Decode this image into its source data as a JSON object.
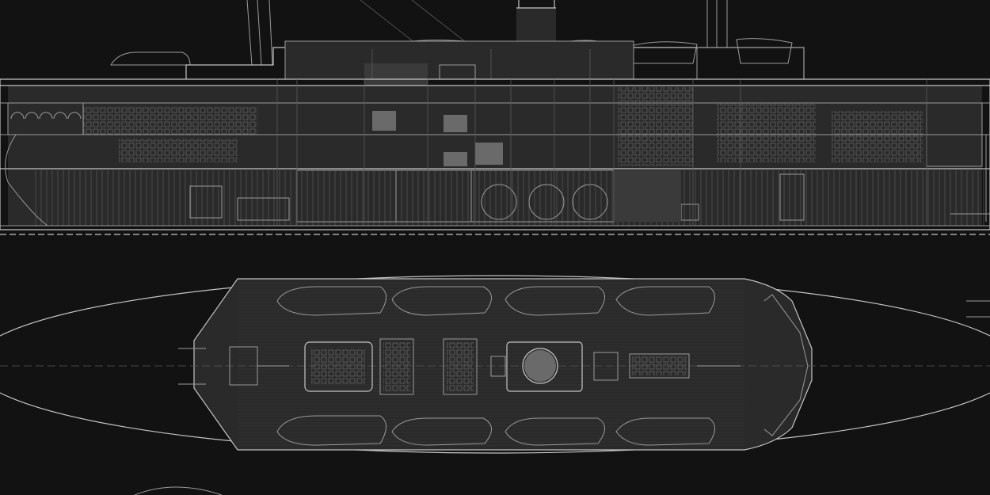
{
  "drawing": {
    "background": "#121212",
    "line_color": "#9a9a9a",
    "views": [
      "side-elevation",
      "deck-plan",
      "lower-plan-fragment"
    ]
  }
}
